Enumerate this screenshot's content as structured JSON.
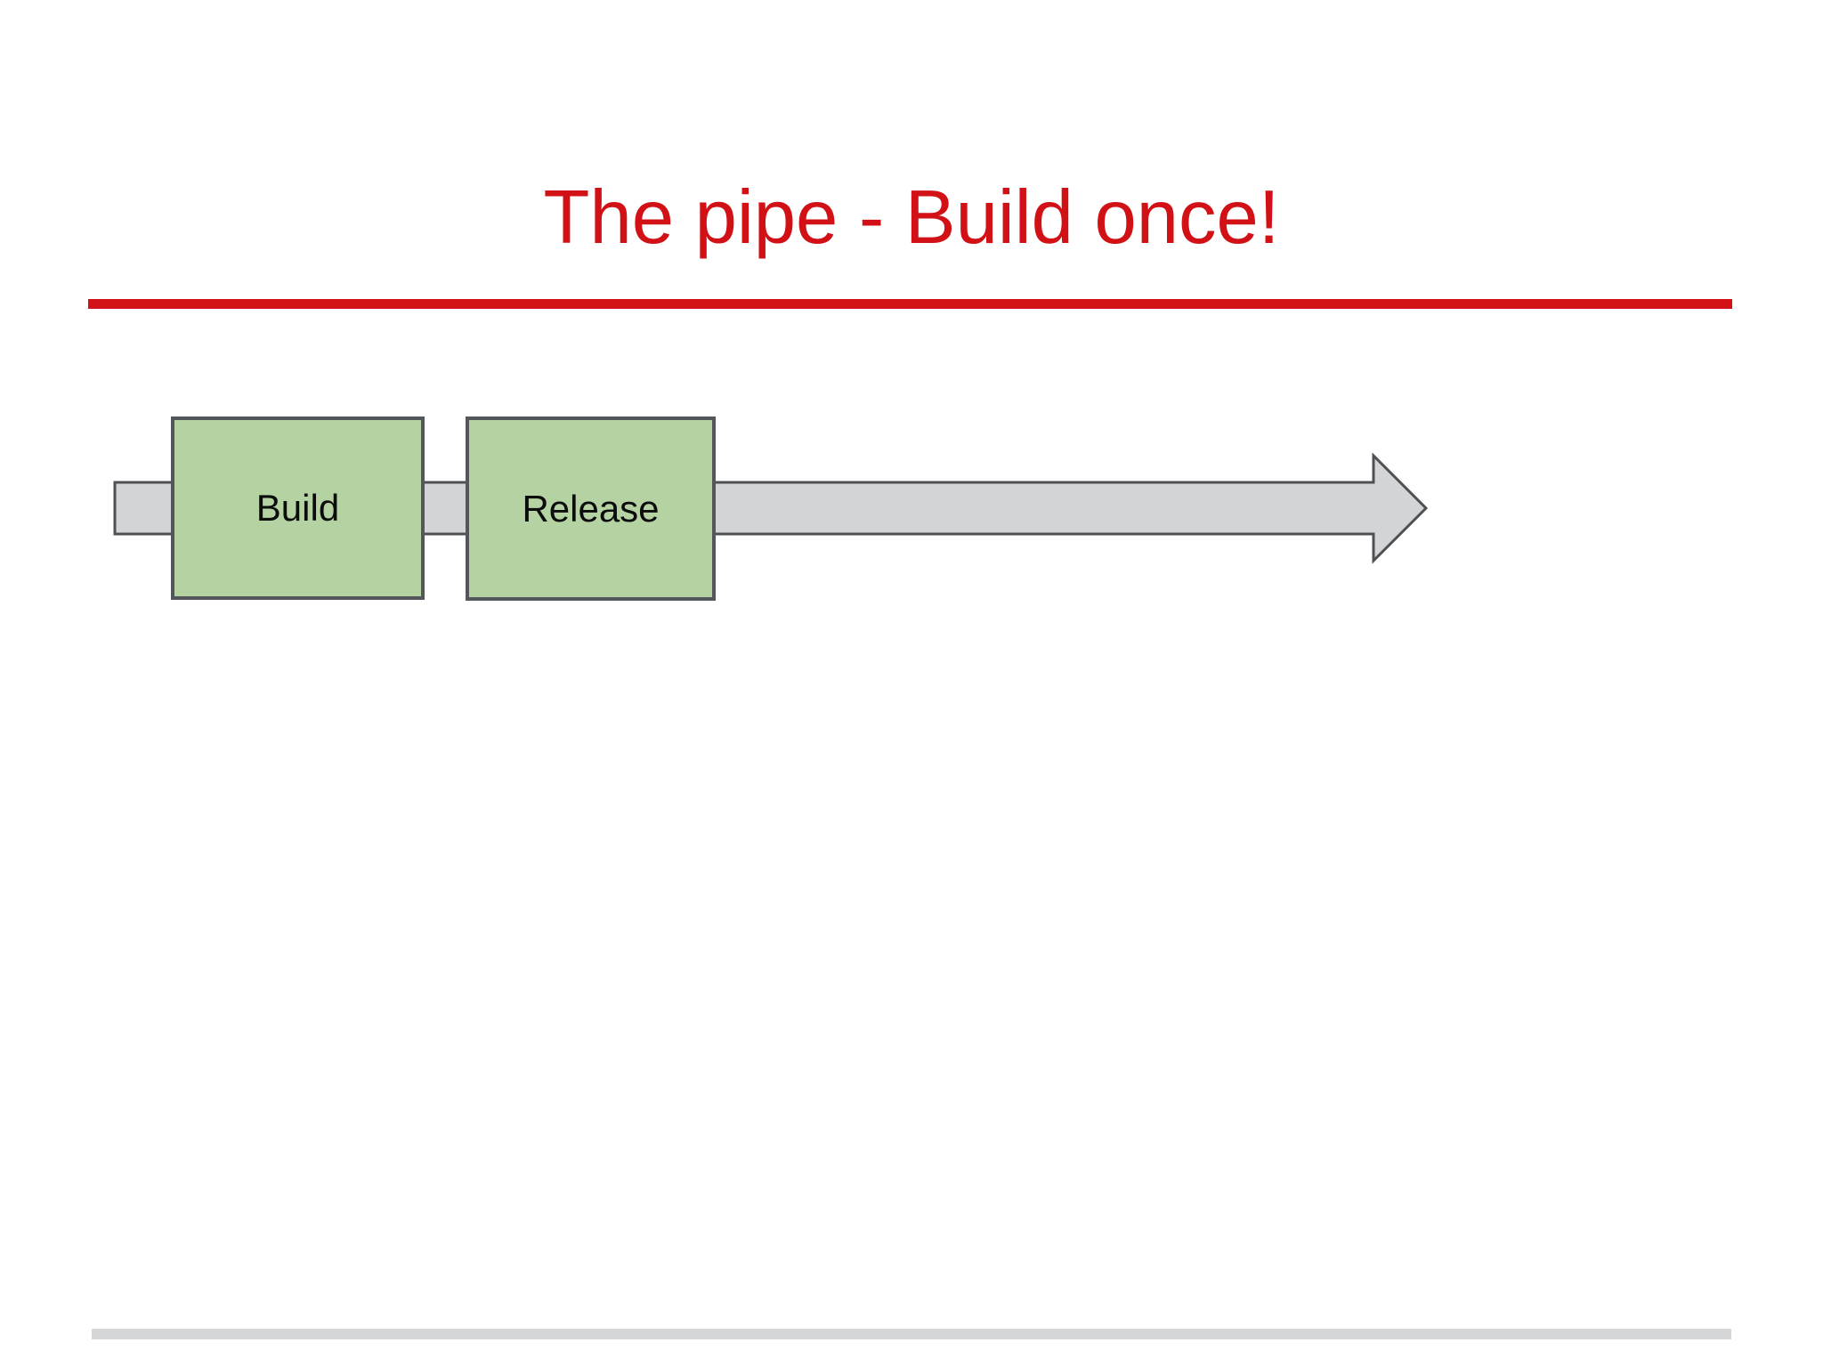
{
  "slide": {
    "title": "The pipe - Build once!",
    "colors": {
      "title_red": "#d11115",
      "divider_red": "#d11115",
      "footer_gray": "#d4d6d8",
      "background": "#ffffff"
    }
  },
  "diagram": {
    "pipe": {
      "icon": "right-arrow-pipe",
      "fill": "#d3d4d6",
      "stroke": "#4e5053"
    },
    "stages": [
      {
        "label": "Build",
        "fill": "#b4d2a2",
        "stroke": "#53565a"
      },
      {
        "label": "Release",
        "fill": "#b4d2a2",
        "stroke": "#53565a"
      }
    ]
  }
}
